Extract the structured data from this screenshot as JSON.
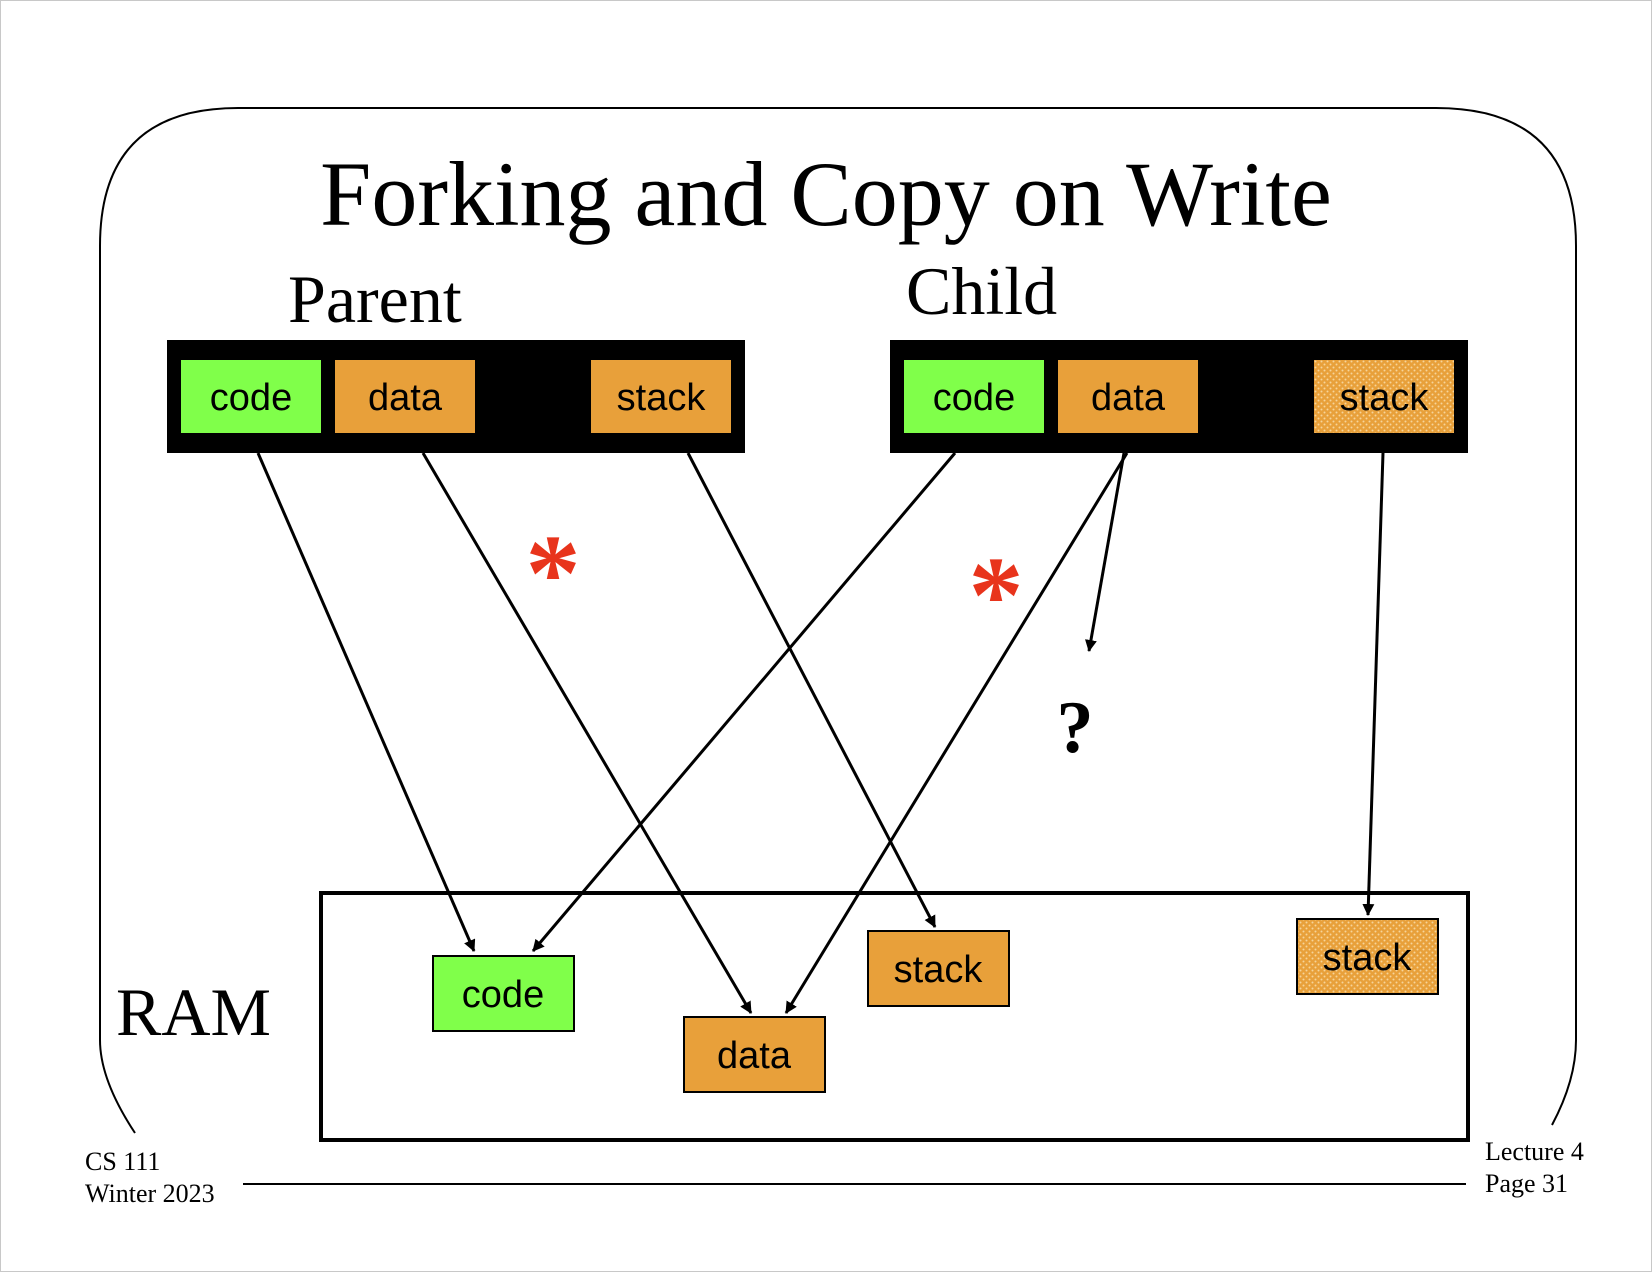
{
  "title": "Forking and Copy on Write",
  "parent": {
    "label": "Parent",
    "segments": [
      "code",
      "data",
      "stack"
    ]
  },
  "child": {
    "label": "Child",
    "segments": [
      "code",
      "data",
      "stack"
    ]
  },
  "ram": {
    "label": "RAM",
    "blocks": [
      "code",
      "data",
      "stack",
      "stack"
    ]
  },
  "marks": {
    "asterisk": "*",
    "question": "?"
  },
  "footer": {
    "course": "CS 111",
    "term": "Winter 2023",
    "lecture": "Lecture 4",
    "page": "Page 31"
  },
  "colors": {
    "code": "#80ff4a",
    "data": "#e8a03a",
    "stack_hatched": "#e8a03a",
    "asterisk": "#e8341c",
    "bar": "#000000"
  }
}
